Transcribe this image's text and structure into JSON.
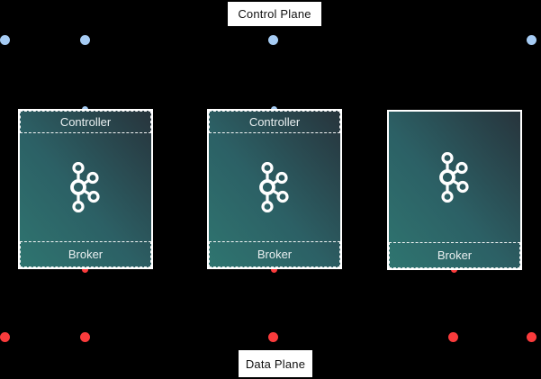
{
  "diagram": {
    "planes": {
      "control": {
        "label": "Control Plane"
      },
      "data": {
        "label": "Data Plane"
      }
    },
    "nodes": [
      {
        "controller_label": "Controller",
        "broker_label": "Broker"
      },
      {
        "controller_label": "Controller",
        "broker_label": "Broker"
      },
      {
        "broker_label": "Broker"
      }
    ],
    "icon_name": "kafka-logo",
    "colors": {
      "canvas_bg": "#000000",
      "control_dot": "#A6CCF4",
      "data_dot": "#FA3B3C",
      "node_border": "#FFFFFF",
      "node_text": "#E9EFF0",
      "label_bg": "#FFFFFF",
      "label_text": "#111111",
      "gradient_start": "#2F7570",
      "gradient_mid": "#2C6065",
      "gradient_end": "#27343C"
    }
  }
}
